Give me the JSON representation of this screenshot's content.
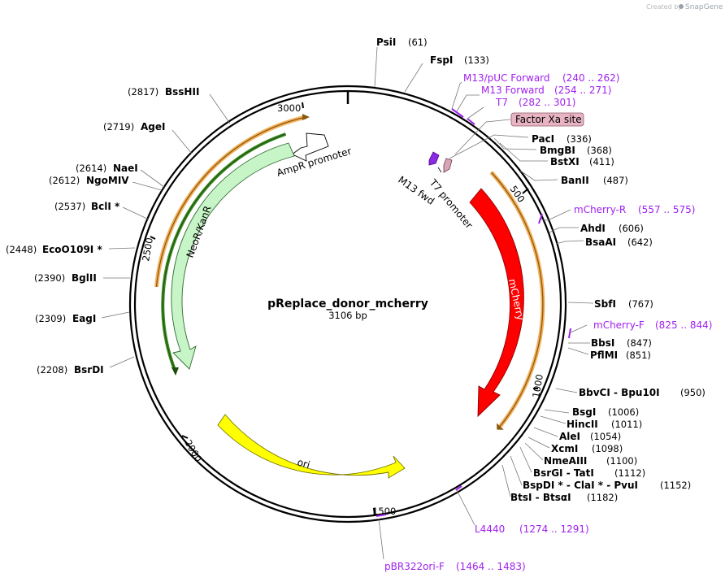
{
  "watermark": {
    "created_by": "Created by",
    "brand": "SnapGene"
  },
  "plasmid": {
    "name": "pReplace_donor_mcherry",
    "length": "3106 bp"
  },
  "ticks": [
    "500",
    "1000",
    "1500",
    "2000",
    "2500",
    "3000"
  ],
  "features": {
    "ampr_promoter": "AmpR promoter",
    "neor_kanr": "NeoR/KanR",
    "mcherry": "mCherry",
    "ori": "ori",
    "m13_fwd": "M13 fwd",
    "t7_promoter": "T7 promoter",
    "factor_xa": "Factor Xa site"
  },
  "colors": {
    "ampr": "#ffffff",
    "neor": "#c7f5c7",
    "neor_outline": "#2f6b2f",
    "mcherry": "#ff0000",
    "ori": "#ffff00",
    "m13": "#8a2be2",
    "t7": "#d9a6b8",
    "factor_xa_box": "#e8b4c4",
    "primer": "#a020f0",
    "orf_orange": "#f5b05a",
    "orf_green": "#3a8a1f"
  },
  "enzymes_right": [
    {
      "name": "PsiI",
      "pos": "(61)"
    },
    {
      "name": "FspI",
      "pos": "(133)"
    },
    {
      "name": "PacI",
      "pos": "(336)"
    },
    {
      "name": "BmgBI",
      "pos": "(368)"
    },
    {
      "name": "BstXI",
      "pos": "(411)"
    },
    {
      "name": "BanII",
      "pos": "(487)"
    },
    {
      "name": "AhdI",
      "pos": "(606)"
    },
    {
      "name": "BsaAI",
      "pos": "(642)"
    },
    {
      "name": "SbfI",
      "pos": "(767)"
    },
    {
      "name": "BbsI",
      "pos": "(847)"
    },
    {
      "name": "PflMI",
      "pos": "(851)"
    },
    {
      "name": "BbvCI - Bpu10I",
      "pos": "(950)"
    },
    {
      "name": "BsgI",
      "pos": "(1006)"
    },
    {
      "name": "HincII",
      "pos": "(1011)"
    },
    {
      "name": "AleI",
      "pos": "(1054)"
    },
    {
      "name": "XcmI",
      "pos": "(1098)"
    },
    {
      "name": "NmeAIII",
      "pos": "(1100)"
    },
    {
      "name": "BsrGI - TatI",
      "pos": "(1112)"
    },
    {
      "name": "BspDI * - ClaI * - PvuI",
      "pos": "(1152)"
    },
    {
      "name": "BtsI - BtsαI",
      "pos": "(1182)"
    }
  ],
  "enzymes_left": [
    {
      "name": "BssHII",
      "pos": "(2817)"
    },
    {
      "name": "AgeI",
      "pos": "(2719)"
    },
    {
      "name": "NaeI",
      "pos": "(2614)"
    },
    {
      "name": "NgoMIV",
      "pos": "(2612)"
    },
    {
      "name": "BclI *",
      "pos": "(2537)"
    },
    {
      "name": "EcoO109I *",
      "pos": "(2448)"
    },
    {
      "name": "BglII",
      "pos": "(2390)"
    },
    {
      "name": "EagI",
      "pos": "(2309)"
    },
    {
      "name": "BsrDI",
      "pos": "(2208)"
    }
  ],
  "primers": [
    {
      "name": "M13/pUC Forward",
      "pos": "(240 .. 262)"
    },
    {
      "name": "M13 Forward",
      "pos": "(254 .. 271)"
    },
    {
      "name": "T7",
      "pos": "(282 .. 301)"
    },
    {
      "name": "mCherry-R",
      "pos": "(557 .. 575)"
    },
    {
      "name": "mCherry-F",
      "pos": "(825 .. 844)"
    },
    {
      "name": "L4440",
      "pos": "(1274 .. 1291)"
    },
    {
      "name": "pBR322ori-F",
      "pos": "(1464 .. 1483)"
    }
  ]
}
